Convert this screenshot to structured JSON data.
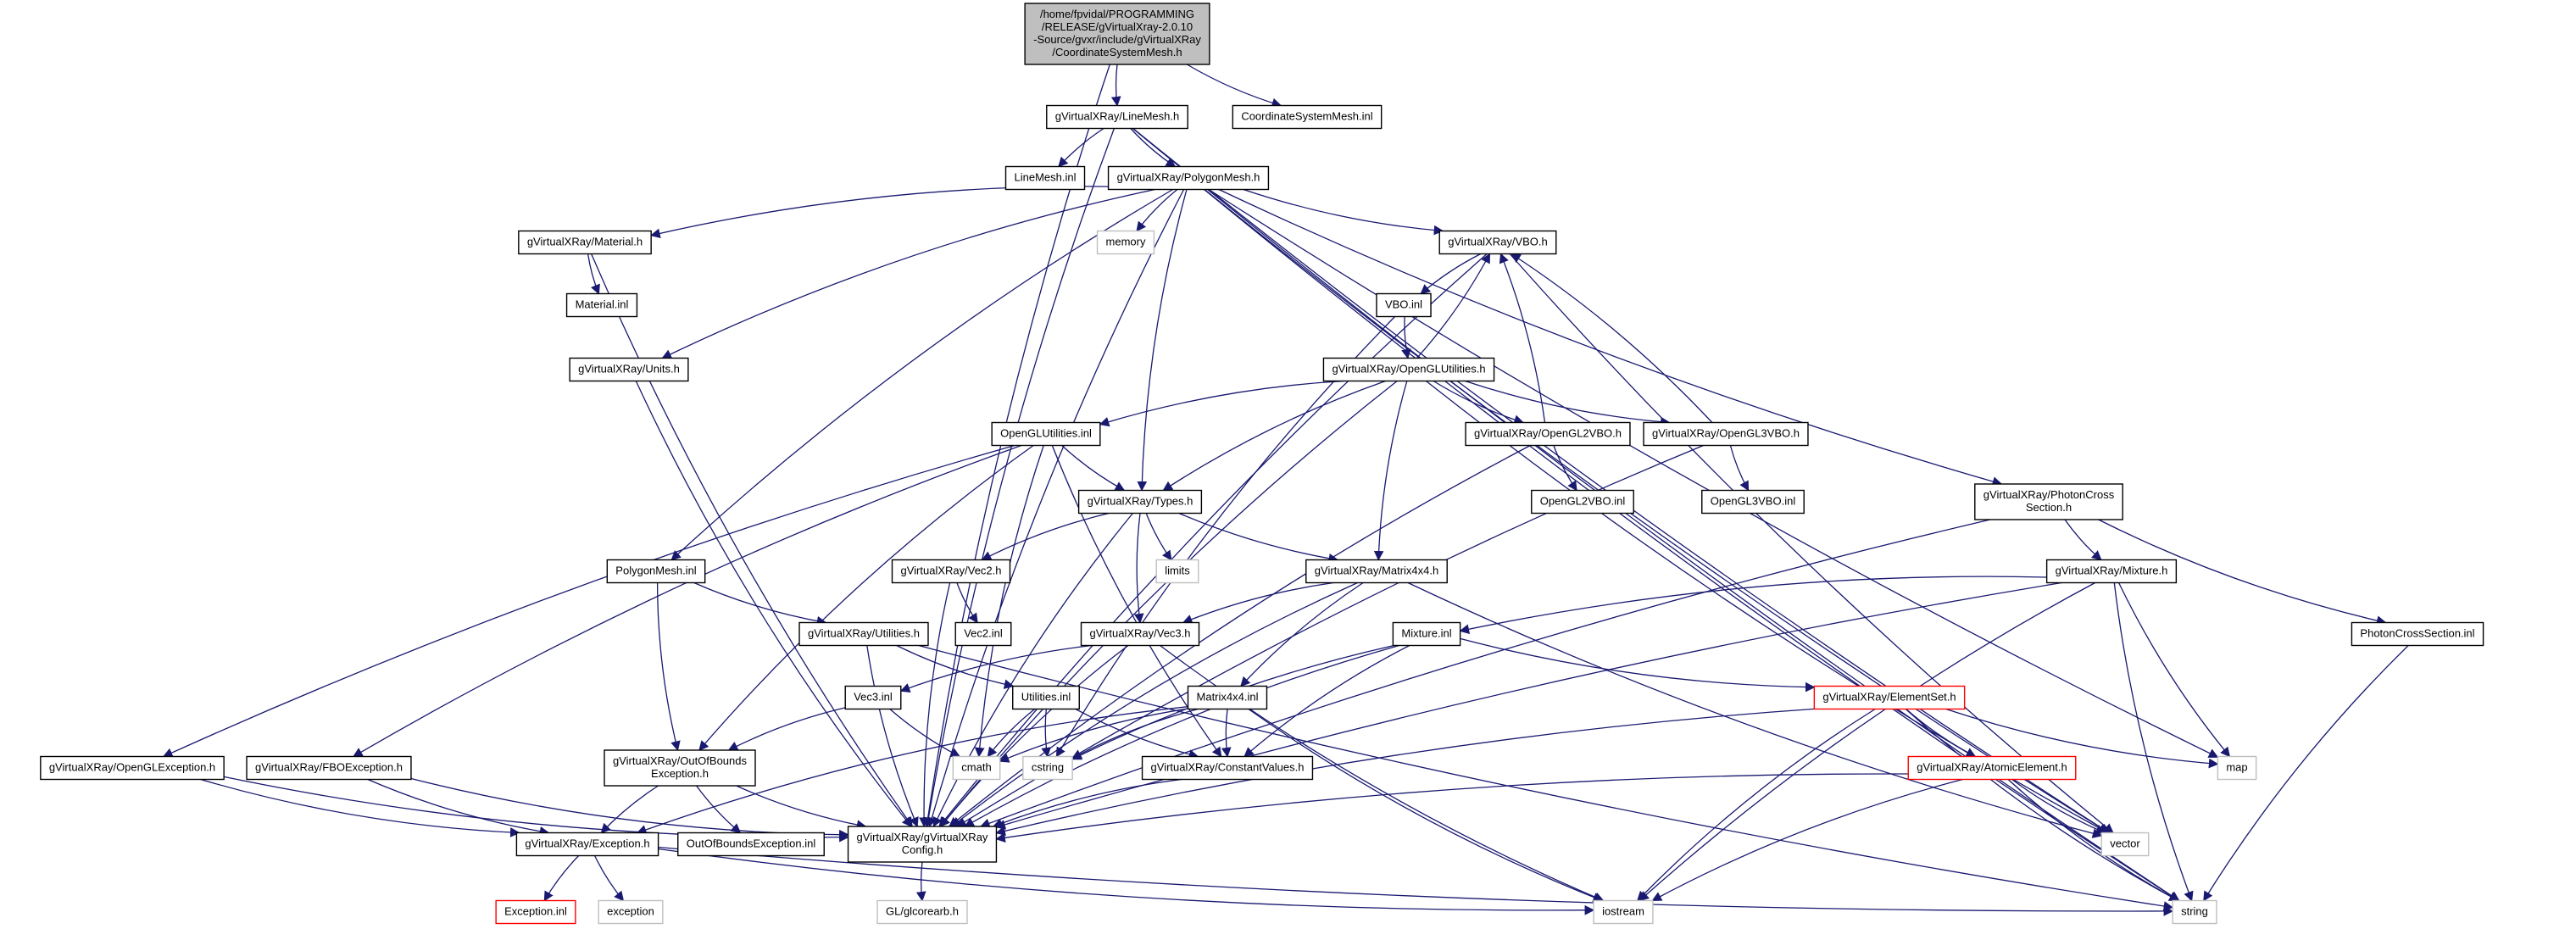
{
  "diagram": {
    "type": "include-dependency-graph",
    "edge_color": "#191970",
    "node_border_default": "#000000",
    "node_border_system": "#bfbfbf",
    "node_border_truncated": "#ff0000",
    "root_fill": "#bfbfbf",
    "nodes": [
      {
        "id": "root",
        "lines": [
          "/home/fpvidal/PROGRAMMING",
          "/RELEASE/gVirtualXray-2.0.10",
          "-Source/gvxr/include/gVirtualXRay",
          "/CoordinateSystemMesh.h"
        ],
        "kind": "root"
      },
      {
        "id": "linemesh_h",
        "lines": [
          "gVirtualXRay/LineMesh.h"
        ],
        "kind": "normal"
      },
      {
        "id": "csm_inl",
        "lines": [
          "CoordinateSystemMesh.inl"
        ],
        "kind": "normal"
      },
      {
        "id": "linemesh_inl",
        "lines": [
          "LineMesh.inl"
        ],
        "kind": "normal"
      },
      {
        "id": "polygonmesh_h",
        "lines": [
          "gVirtualXRay/PolygonMesh.h"
        ],
        "kind": "normal"
      },
      {
        "id": "material_h",
        "lines": [
          "gVirtualXRay/Material.h"
        ],
        "kind": "normal"
      },
      {
        "id": "memory",
        "lines": [
          "memory"
        ],
        "kind": "system"
      },
      {
        "id": "vbo_h",
        "lines": [
          "gVirtualXRay/VBO.h"
        ],
        "kind": "normal"
      },
      {
        "id": "material_inl",
        "lines": [
          "Material.inl"
        ],
        "kind": "normal"
      },
      {
        "id": "vbo_inl",
        "lines": [
          "VBO.inl"
        ],
        "kind": "normal"
      },
      {
        "id": "units_h",
        "lines": [
          "gVirtualXRay/Units.h"
        ],
        "kind": "normal"
      },
      {
        "id": "oglutil_h",
        "lines": [
          "gVirtualXRay/OpenGLUtilities.h"
        ],
        "kind": "normal"
      },
      {
        "id": "oglutil_inl",
        "lines": [
          "OpenGLUtilities.inl"
        ],
        "kind": "normal"
      },
      {
        "id": "ogl2vbo_h",
        "lines": [
          "gVirtualXRay/OpenGL2VBO.h"
        ],
        "kind": "normal"
      },
      {
        "id": "ogl3vbo_h",
        "lines": [
          "gVirtualXRay/OpenGL3VBO.h"
        ],
        "kind": "normal"
      },
      {
        "id": "photon_h",
        "lines": [
          "gVirtualXRay/PhotonCross",
          "Section.h"
        ],
        "kind": "normal"
      },
      {
        "id": "types_h",
        "lines": [
          "gVirtualXRay/Types.h"
        ],
        "kind": "normal"
      },
      {
        "id": "ogl2vbo_inl",
        "lines": [
          "OpenGL2VBO.inl"
        ],
        "kind": "normal"
      },
      {
        "id": "ogl3vbo_inl",
        "lines": [
          "OpenGL3VBO.inl"
        ],
        "kind": "normal"
      },
      {
        "id": "limits",
        "lines": [
          "limits"
        ],
        "kind": "system"
      },
      {
        "id": "polymesh_inl",
        "lines": [
          "PolygonMesh.inl"
        ],
        "kind": "normal"
      },
      {
        "id": "vec2_h",
        "lines": [
          "gVirtualXRay/Vec2.h"
        ],
        "kind": "normal"
      },
      {
        "id": "matrix_h",
        "lines": [
          "gVirtualXRay/Matrix4x4.h"
        ],
        "kind": "normal"
      },
      {
        "id": "mixture_h",
        "lines": [
          "gVirtualXRay/Mixture.h"
        ],
        "kind": "normal"
      },
      {
        "id": "utilities_h",
        "lines": [
          "gVirtualXRay/Utilities.h"
        ],
        "kind": "normal"
      },
      {
        "id": "vec2_inl",
        "lines": [
          "Vec2.inl"
        ],
        "kind": "normal"
      },
      {
        "id": "vec3_h",
        "lines": [
          "gVirtualXRay/Vec3.h"
        ],
        "kind": "normal"
      },
      {
        "id": "mixture_inl",
        "lines": [
          "Mixture.inl"
        ],
        "kind": "normal"
      },
      {
        "id": "photon_inl",
        "lines": [
          "PhotonCrossSection.inl"
        ],
        "kind": "normal"
      },
      {
        "id": "vec3_inl",
        "lines": [
          "Vec3.inl"
        ],
        "kind": "normal"
      },
      {
        "id": "utilities_inl",
        "lines": [
          "Utilities.inl"
        ],
        "kind": "normal"
      },
      {
        "id": "matrix_inl",
        "lines": [
          "Matrix4x4.inl"
        ],
        "kind": "normal"
      },
      {
        "id": "elementset_h",
        "lines": [
          "gVirtualXRay/ElementSet.h"
        ],
        "kind": "truncated"
      },
      {
        "id": "ogl_exc_h",
        "lines": [
          "gVirtualXRay/OpenGLException.h"
        ],
        "kind": "normal"
      },
      {
        "id": "fbo_exc_h",
        "lines": [
          "gVirtualXRay/FBOException.h"
        ],
        "kind": "normal"
      },
      {
        "id": "oob_exc_h",
        "lines": [
          "gVirtualXRay/OutOfBounds",
          "Exception.h"
        ],
        "kind": "normal"
      },
      {
        "id": "cmath",
        "lines": [
          "cmath"
        ],
        "kind": "system"
      },
      {
        "id": "cstring",
        "lines": [
          "cstring"
        ],
        "kind": "system"
      },
      {
        "id": "constvals_h",
        "lines": [
          "gVirtualXRay/ConstantValues.h"
        ],
        "kind": "normal"
      },
      {
        "id": "atomic_h",
        "lines": [
          "gVirtualXRay/AtomicElement.h"
        ],
        "kind": "truncated"
      },
      {
        "id": "map",
        "lines": [
          "map"
        ],
        "kind": "system"
      },
      {
        "id": "exception_h",
        "lines": [
          "gVirtualXRay/Exception.h"
        ],
        "kind": "normal"
      },
      {
        "id": "oob_exc_inl",
        "lines": [
          "OutOfBoundsException.inl"
        ],
        "kind": "normal"
      },
      {
        "id": "config_h",
        "lines": [
          "gVirtualXRay/gVirtualXRay",
          "Config.h"
        ],
        "kind": "normal"
      },
      {
        "id": "vector",
        "lines": [
          "vector"
        ],
        "kind": "system"
      },
      {
        "id": "exception_inl",
        "lines": [
          "Exception.inl"
        ],
        "kind": "truncated"
      },
      {
        "id": "exception",
        "lines": [
          "exception"
        ],
        "kind": "system"
      },
      {
        "id": "glcorearb",
        "lines": [
          "GL/glcorearb.h"
        ],
        "kind": "system"
      },
      {
        "id": "iostream",
        "lines": [
          "iostream"
        ],
        "kind": "system"
      },
      {
        "id": "string",
        "lines": [
          "string"
        ],
        "kind": "system"
      }
    ],
    "edges": [
      [
        "root",
        "linemesh_h"
      ],
      [
        "root",
        "csm_inl"
      ],
      [
        "root",
        "config_h"
      ],
      [
        "linemesh_h",
        "linemesh_inl"
      ],
      [
        "linemesh_h",
        "polygonmesh_h"
      ],
      [
        "linemesh_h",
        "config_h"
      ],
      [
        "linemesh_h",
        "vector"
      ],
      [
        "linemesh_h",
        "string"
      ],
      [
        "polygonmesh_h",
        "material_h"
      ],
      [
        "polygonmesh_h",
        "memory"
      ],
      [
        "polygonmesh_h",
        "vbo_h"
      ],
      [
        "polygonmesh_h",
        "units_h"
      ],
      [
        "polygonmesh_h",
        "types_h"
      ],
      [
        "polygonmesh_h",
        "polymesh_inl"
      ],
      [
        "polygonmesh_h",
        "photon_h"
      ],
      [
        "polygonmesh_h",
        "config_h"
      ],
      [
        "polygonmesh_h",
        "map"
      ],
      [
        "polygonmesh_h",
        "vector"
      ],
      [
        "polygonmesh_h",
        "string"
      ],
      [
        "material_h",
        "material_inl"
      ],
      [
        "material_h",
        "config_h"
      ],
      [
        "units_h",
        "config_h"
      ],
      [
        "vbo_h",
        "vbo_inl"
      ],
      [
        "vbo_h",
        "config_h"
      ],
      [
        "vbo_h",
        "vector"
      ],
      [
        "vbo_inl",
        "oglutil_h"
      ],
      [
        "vbo_inl",
        "cstring"
      ],
      [
        "oglutil_h",
        "vbo_h"
      ],
      [
        "oglutil_h",
        "oglutil_inl"
      ],
      [
        "oglutil_h",
        "types_h"
      ],
      [
        "oglutil_h",
        "ogl2vbo_h"
      ],
      [
        "oglutil_h",
        "ogl3vbo_h"
      ],
      [
        "oglutil_h",
        "matrix_h"
      ],
      [
        "oglutil_h",
        "config_h"
      ],
      [
        "oglutil_h",
        "vector"
      ],
      [
        "ogl2vbo_h",
        "vbo_h"
      ],
      [
        "ogl2vbo_h",
        "ogl2vbo_inl"
      ],
      [
        "ogl2vbo_h",
        "config_h"
      ],
      [
        "ogl3vbo_h",
        "vbo_h"
      ],
      [
        "ogl3vbo_h",
        "ogl3vbo_inl"
      ],
      [
        "ogl3vbo_h",
        "config_h"
      ],
      [
        "oglutil_inl",
        "types_h"
      ],
      [
        "oglutil_inl",
        "ogl_exc_h"
      ],
      [
        "oglutil_inl",
        "fbo_exc_h"
      ],
      [
        "oglutil_inl",
        "oob_exc_h"
      ],
      [
        "oglutil_inl",
        "cmath"
      ],
      [
        "oglutil_inl",
        "constvals_h"
      ],
      [
        "types_h",
        "vec2_h"
      ],
      [
        "types_h",
        "limits"
      ],
      [
        "types_h",
        "matrix_h"
      ],
      [
        "types_h",
        "vec3_h"
      ],
      [
        "types_h",
        "config_h"
      ],
      [
        "vec2_h",
        "vec2_inl"
      ],
      [
        "vec2_h",
        "config_h"
      ],
      [
        "vec3_h",
        "vec3_inl"
      ],
      [
        "vec3_h",
        "config_h"
      ],
      [
        "vec3_h",
        "iostream"
      ],
      [
        "vec3_inl",
        "cmath"
      ],
      [
        "vec3_inl",
        "oob_exc_h"
      ],
      [
        "matrix_h",
        "vec3_h"
      ],
      [
        "matrix_h",
        "matrix_inl"
      ],
      [
        "matrix_h",
        "config_h"
      ],
      [
        "matrix_h",
        "vector"
      ],
      [
        "matrix_inl",
        "cmath"
      ],
      [
        "matrix_inl",
        "cstring"
      ],
      [
        "matrix_inl",
        "constvals_h"
      ],
      [
        "matrix_inl",
        "exception_h"
      ],
      [
        "matrix_inl",
        "iostream"
      ],
      [
        "polymesh_inl",
        "utilities_h"
      ],
      [
        "polymesh_inl",
        "oob_exc_h"
      ],
      [
        "utilities_h",
        "utilities_inl"
      ],
      [
        "utilities_h",
        "config_h"
      ],
      [
        "utilities_h",
        "string"
      ],
      [
        "utilities_inl",
        "cmath"
      ],
      [
        "utilities_inl",
        "cstring"
      ],
      [
        "utilities_inl",
        "constvals_h"
      ],
      [
        "constvals_h",
        "config_h"
      ],
      [
        "oob_exc_h",
        "exception_h"
      ],
      [
        "oob_exc_h",
        "oob_exc_inl"
      ],
      [
        "oob_exc_h",
        "config_h"
      ],
      [
        "ogl_exc_h",
        "exception_h"
      ],
      [
        "ogl_exc_h",
        "config_h"
      ],
      [
        "fbo_exc_h",
        "exception_h"
      ],
      [
        "fbo_exc_h",
        "config_h"
      ],
      [
        "exception_h",
        "exception_inl"
      ],
      [
        "exception_h",
        "exception"
      ],
      [
        "exception_h",
        "iostream"
      ],
      [
        "exception_h",
        "string"
      ],
      [
        "config_h",
        "glcorearb"
      ],
      [
        "photon_h",
        "mixture_h"
      ],
      [
        "photon_h",
        "photon_inl"
      ],
      [
        "photon_h",
        "config_h"
      ],
      [
        "photon_inl",
        "string"
      ],
      [
        "mixture_h",
        "mixture_inl"
      ],
      [
        "mixture_h",
        "config_h"
      ],
      [
        "mixture_h",
        "map"
      ],
      [
        "mixture_h",
        "string"
      ],
      [
        "mixture_h",
        "iostream"
      ],
      [
        "mixture_inl",
        "elementset_h"
      ],
      [
        "mixture_inl",
        "cstring"
      ],
      [
        "mixture_inl",
        "constvals_h"
      ],
      [
        "mixture_inl",
        "config_h"
      ],
      [
        "elementset_h",
        "atomic_h"
      ],
      [
        "elementset_h",
        "map"
      ],
      [
        "elementset_h",
        "config_h"
      ],
      [
        "elementset_h",
        "iostream"
      ],
      [
        "elementset_h",
        "string"
      ],
      [
        "atomic_h",
        "vector"
      ],
      [
        "atomic_h",
        "config_h"
      ],
      [
        "atomic_h",
        "iostream"
      ],
      [
        "atomic_h",
        "string"
      ]
    ]
  }
}
